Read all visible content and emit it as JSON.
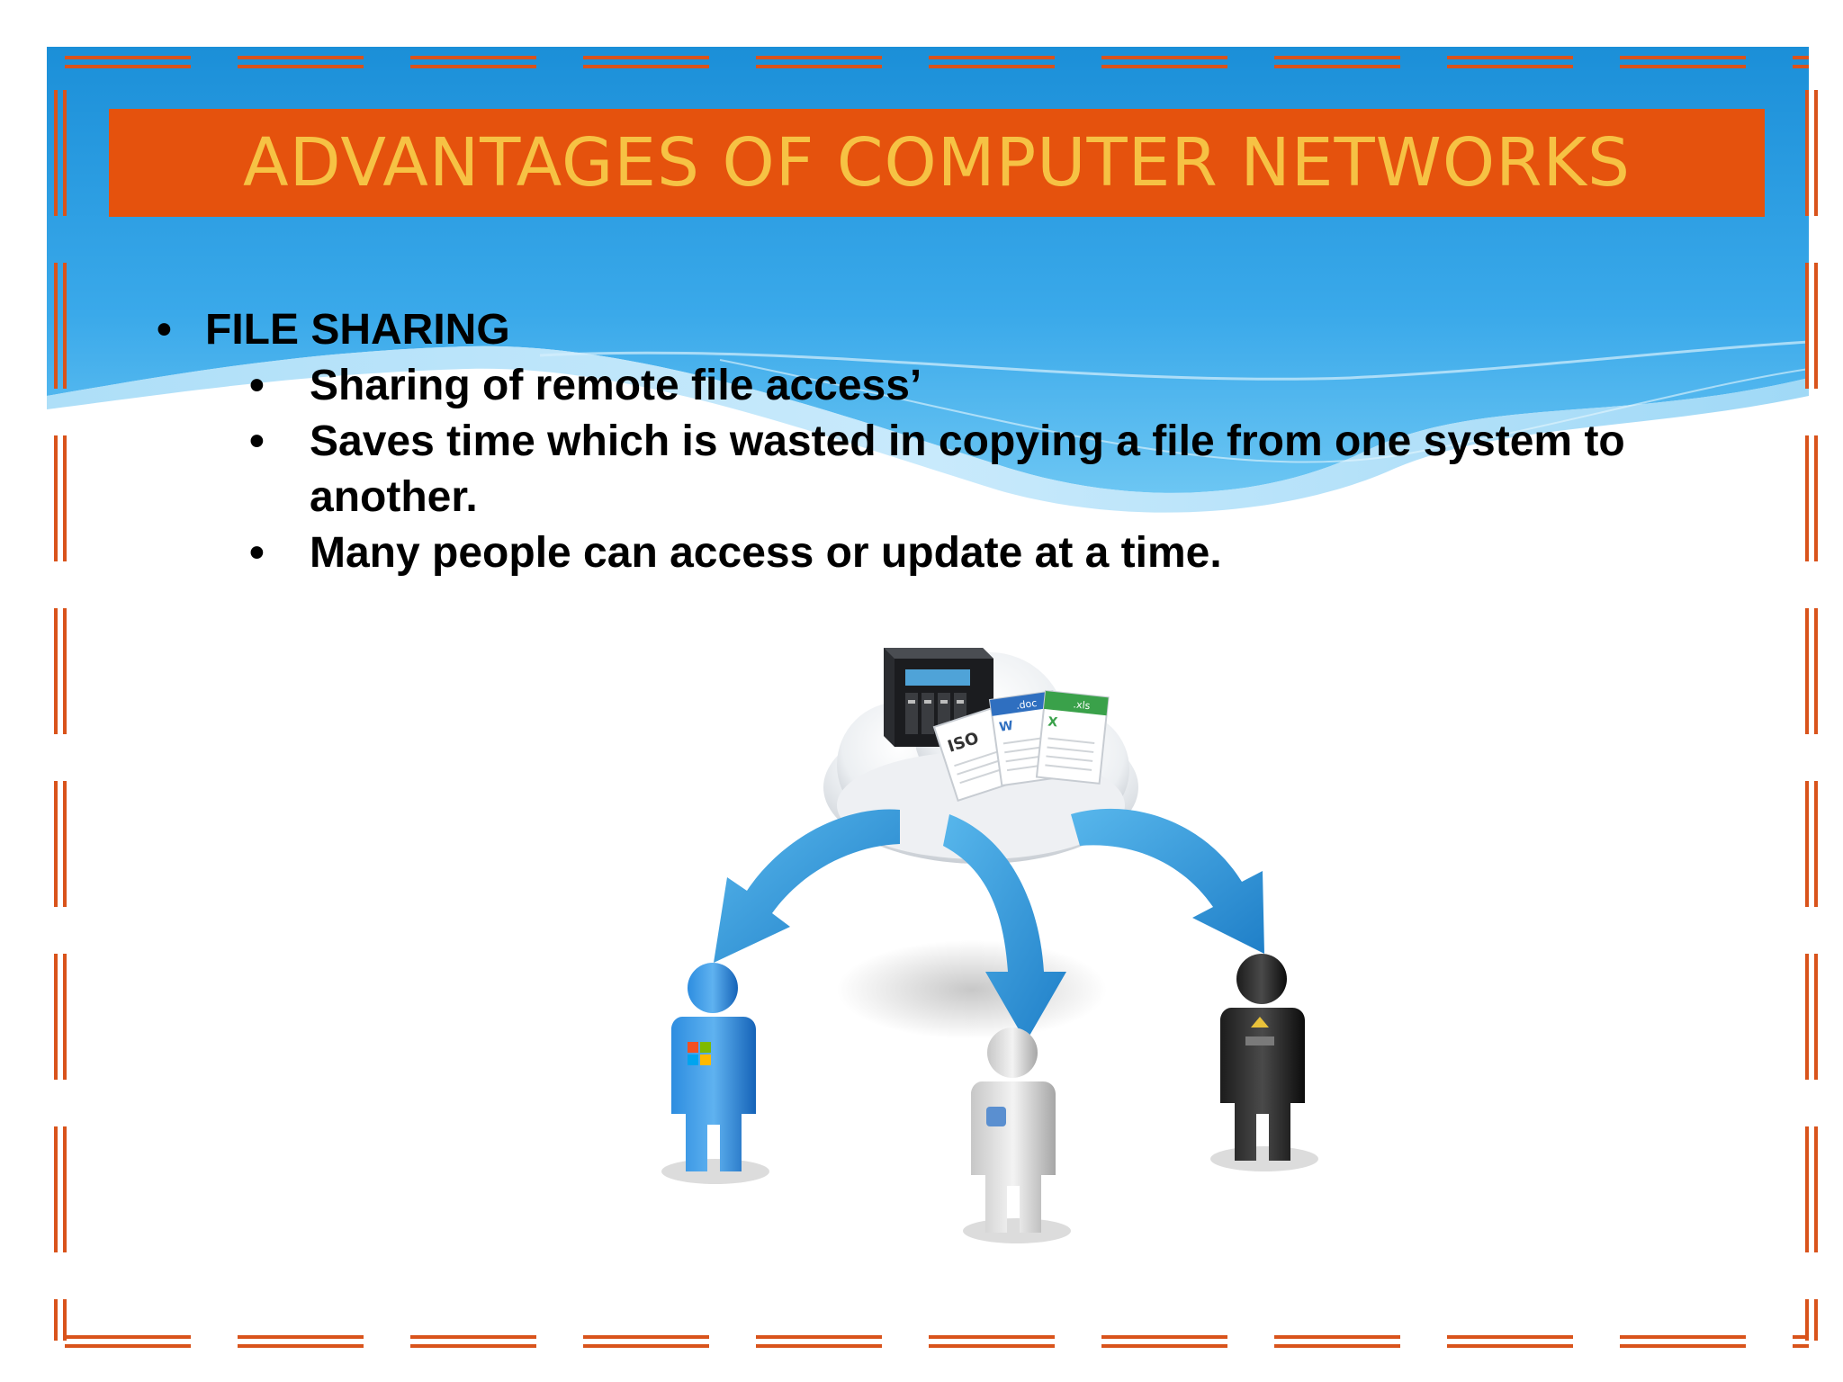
{
  "slide": {
    "title": "ADVANTAGES OF COMPUTER NETWORKS",
    "colors": {
      "title_bar": "#e5520d",
      "title_text": "#f6c244",
      "frame_dash": "#d9531b",
      "sky_top": "#1b8fd8",
      "sky_bottom": "#6cc6f3"
    },
    "bullets": [
      {
        "text": "FILE SHARING",
        "bullet": "•",
        "sub": [
          {
            "bullet": "•",
            "text": "Sharing of remote file access’"
          },
          {
            "bullet": "•",
            "text": "Saves time which is wasted in copying a file from one system to another."
          },
          {
            "bullet": "•",
            "text": "Many people can access or update at a time."
          }
        ]
      }
    ],
    "illustration": {
      "file_labels": [
        "ISO",
        ".doc",
        "W",
        ".xls",
        "X"
      ],
      "icons": [
        "nas-server-icon",
        "cloud-icon",
        "iso-file-icon",
        "doc-file-icon",
        "xls-file-icon",
        "windows-user-icon",
        "mac-user-icon",
        "linux-user-icon"
      ]
    }
  }
}
